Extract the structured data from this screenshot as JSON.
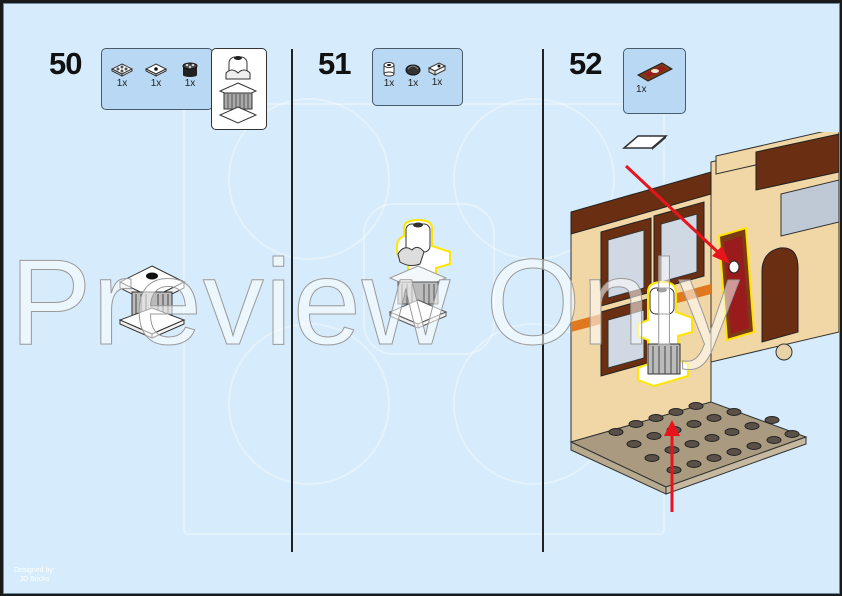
{
  "page": {
    "background": "#d6ebfb",
    "watermark": "Preview Only",
    "credit_line1": "Designed by:",
    "credit_line2": "JD Bricks"
  },
  "steps": [
    {
      "number": "50",
      "parts": [
        {
          "icon": "white-plate-2x2-icon",
          "qty": "1x"
        },
        {
          "icon": "white-tile-jumper-icon",
          "qty": "1x"
        },
        {
          "icon": "black-round-brick-icon",
          "qty": "1x"
        }
      ],
      "callout": "pedestal-subassembly"
    },
    {
      "number": "51",
      "parts": [
        {
          "icon": "white-round-brick-icon",
          "qty": "1x"
        },
        {
          "icon": "black-hair-piece-icon",
          "qty": "1x"
        },
        {
          "icon": "white-slope-bracket-icon",
          "qty": "1x"
        }
      ]
    },
    {
      "number": "52",
      "parts": [
        {
          "icon": "portrait-tile-icon",
          "qty": "1x"
        }
      ]
    }
  ],
  "colors": {
    "parts_box": "#b8d8f4",
    "arrow": "#e8141c",
    "highlight": "#ffee33",
    "tan": "#f2d7a6",
    "dark_brown": "#6a2f12",
    "dark_tan_base": "#a99a80"
  }
}
